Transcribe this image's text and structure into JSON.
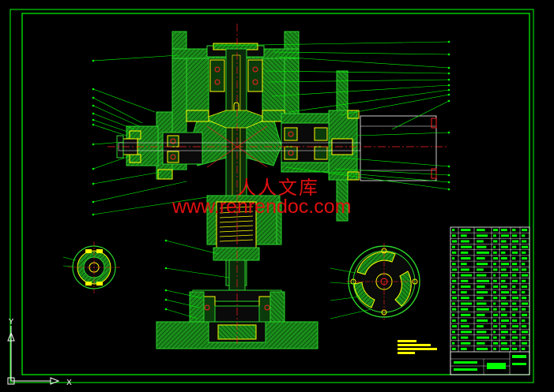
{
  "watermark": {
    "site_name": "人人文库",
    "site_url": "www.renrendoc.com"
  },
  "ucs": {
    "x_label": "X",
    "y_label": "Y"
  },
  "colors": {
    "background": "#000000",
    "border": "#00ff00",
    "part": "#2bd62b",
    "hatch": "#1e9a1e",
    "centerline": "#ff2020",
    "leader": "#00ff00",
    "yellow": "#ffff00",
    "white": "#ffffff",
    "cyan": "#00ffff",
    "magenta": "#ff33ff",
    "watermark": "#e01010"
  }
}
